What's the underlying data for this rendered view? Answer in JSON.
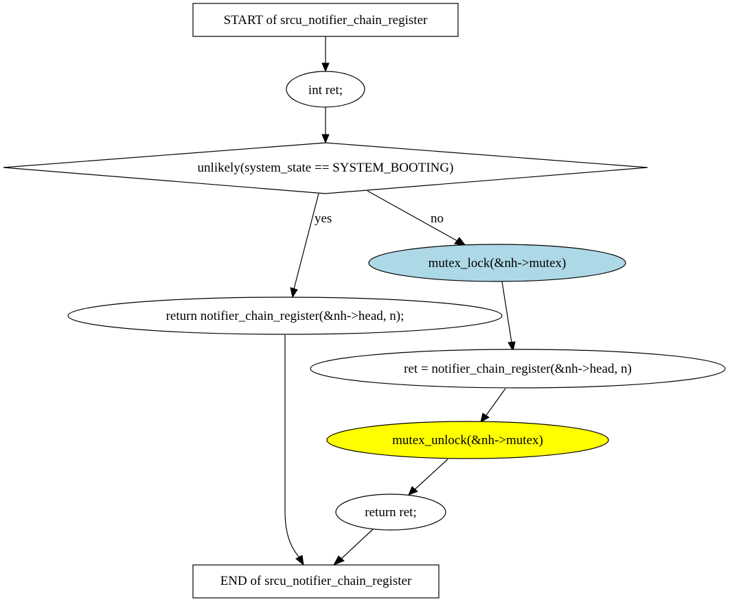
{
  "diagram": {
    "type": "flowchart",
    "nodes": {
      "start": {
        "label": "START of srcu_notifier_chain_register",
        "shape": "box",
        "fill": "#ffffff"
      },
      "int_ret": {
        "label": "int ret;",
        "shape": "ellipse",
        "fill": "#ffffff"
      },
      "cond": {
        "label": "unlikely(system_state == SYSTEM_BOOTING)",
        "shape": "diamond",
        "fill": "#ffffff"
      },
      "return_register": {
        "label": "return notifier_chain_register(&nh->head, n);",
        "shape": "ellipse",
        "fill": "#ffffff"
      },
      "mutex_lock": {
        "label": "mutex_lock(&nh->mutex)",
        "shape": "ellipse",
        "fill": "#add8e6"
      },
      "ret_assign": {
        "label": "ret = notifier_chain_register(&nh->head, n)",
        "shape": "ellipse",
        "fill": "#ffffff"
      },
      "mutex_unlock": {
        "label": "mutex_unlock(&nh->mutex)",
        "shape": "ellipse",
        "fill": "#ffff00"
      },
      "return_ret": {
        "label": "return ret;",
        "shape": "ellipse",
        "fill": "#ffffff"
      },
      "end": {
        "label": "END of srcu_notifier_chain_register",
        "shape": "box",
        "fill": "#ffffff"
      }
    },
    "edge_labels": {
      "yes": "yes",
      "no": "no"
    },
    "edges": [
      {
        "from": "start",
        "to": "int_ret",
        "label": ""
      },
      {
        "from": "int_ret",
        "to": "cond",
        "label": ""
      },
      {
        "from": "cond",
        "to": "return_register",
        "label": "yes"
      },
      {
        "from": "cond",
        "to": "mutex_lock",
        "label": "no"
      },
      {
        "from": "mutex_lock",
        "to": "ret_assign",
        "label": ""
      },
      {
        "from": "ret_assign",
        "to": "mutex_unlock",
        "label": ""
      },
      {
        "from": "mutex_unlock",
        "to": "return_ret",
        "label": ""
      },
      {
        "from": "return_register",
        "to": "end",
        "label": ""
      },
      {
        "from": "return_ret",
        "to": "end",
        "label": ""
      }
    ]
  }
}
